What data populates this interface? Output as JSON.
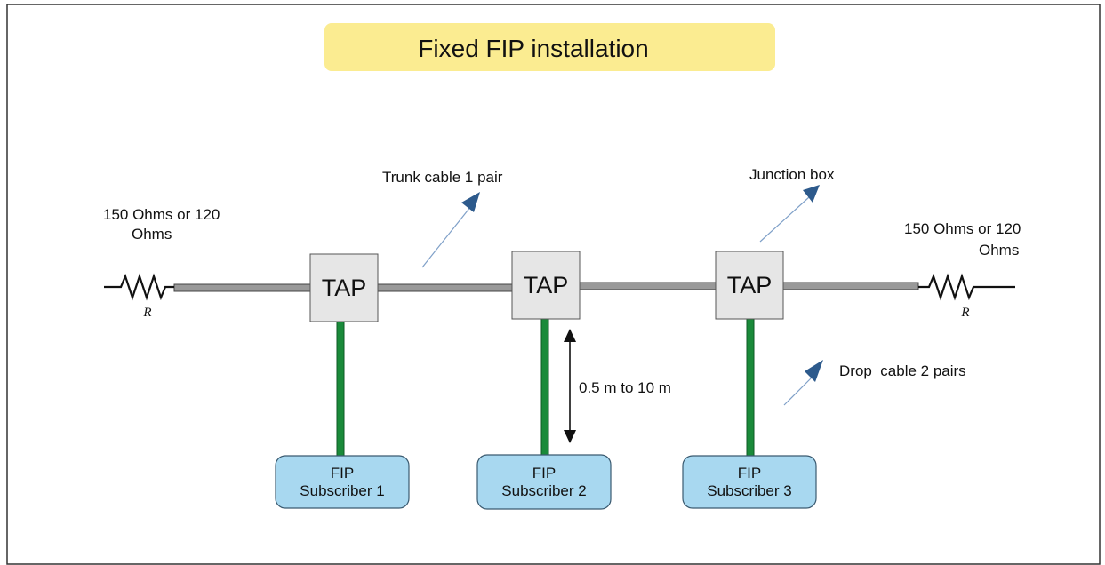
{
  "title": "Fixed FIP installation",
  "terminator_left": {
    "line1": "150 Ohms or 120",
    "line2": "Ohms",
    "symbol": "R"
  },
  "terminator_right": {
    "line1": "150 Ohms or 120",
    "line2": "Ohms",
    "symbol": "R"
  },
  "annotations": {
    "trunk_cable": "Trunk cable 1 pair",
    "junction_box": "Junction box",
    "drop_cable": "Drop  cable 2 pairs",
    "distance": "0.5 m to 10 m"
  },
  "taps": [
    {
      "label": "TAP"
    },
    {
      "label": "TAP"
    },
    {
      "label": "TAP"
    }
  ],
  "subscribers": [
    {
      "line1": "FIP",
      "line2": "Subscriber 1"
    },
    {
      "line1": "FIP",
      "line2": "Subscriber 2"
    },
    {
      "line1": "FIP",
      "line2": "Subscriber 3"
    }
  ],
  "colors": {
    "title_bg": "#fbec91",
    "tap_fill": "#e6e6e6",
    "trunk": "#999999",
    "drop_cable": "#1a8a3a",
    "subscriber_fill": "#a8d8f0",
    "arrow": "#2d5a8c"
  }
}
